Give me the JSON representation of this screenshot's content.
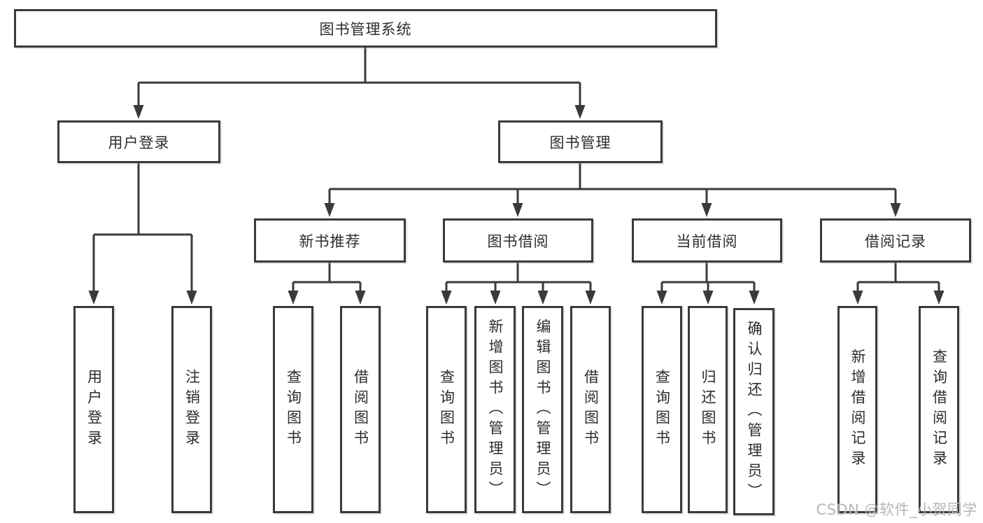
{
  "colors": {
    "line": "#3a3a3a",
    "text": "#2d2d2d",
    "watermark": "#b7b7bb",
    "background": "#ffffff"
  },
  "diagram": {
    "root": {
      "label": "图书管理系统"
    },
    "level2": [
      {
        "id": "user-login",
        "label": "用户登录"
      },
      {
        "id": "book-management",
        "label": "图书管理"
      }
    ],
    "level3": [
      {
        "id": "new-book-recommend",
        "label": "新书推荐",
        "parent": "图书管理"
      },
      {
        "id": "book-borrow",
        "label": "图书借阅",
        "parent": "图书管理"
      },
      {
        "id": "current-borrow",
        "label": "当前借阅",
        "parent": "图书管理"
      },
      {
        "id": "borrow-records",
        "label": "借阅记录",
        "parent": "图书管理"
      }
    ],
    "leaves": [
      {
        "parent": "用户登录",
        "label": "用户登录"
      },
      {
        "parent": "用户登录",
        "label": "注销登录"
      },
      {
        "parent": "新书推荐",
        "label": "查询图书"
      },
      {
        "parent": "新书推荐",
        "label": "借阅图书"
      },
      {
        "parent": "图书借阅",
        "label": "查询图书"
      },
      {
        "parent": "图书借阅",
        "label": "新增图书（管理员）"
      },
      {
        "parent": "图书借阅",
        "label": "编辑图书（管理员）"
      },
      {
        "parent": "图书借阅",
        "label": "借阅图书"
      },
      {
        "parent": "当前借阅",
        "label": "查询图书"
      },
      {
        "parent": "当前借阅",
        "label": "归还图书"
      },
      {
        "parent": "当前借阅",
        "label": "确认归还（管理员）"
      },
      {
        "parent": "借阅记录",
        "label": "新增借阅记录"
      },
      {
        "parent": "借阅记录",
        "label": "查询借阅记录"
      }
    ]
  },
  "watermark": {
    "text": "CSDN @软件_小贺同学"
  }
}
